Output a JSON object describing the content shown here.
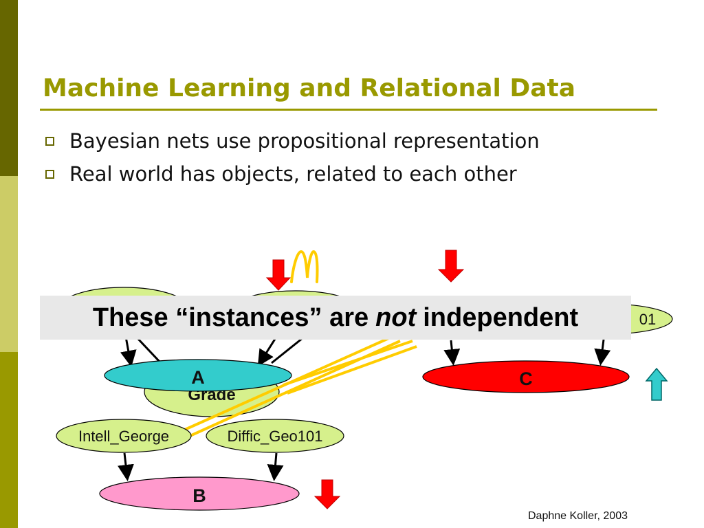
{
  "slide": {
    "title": "Machine Learning and Relational Data",
    "bullets": [
      "Bayesian nets use propositional representation",
      "Real world has objects, related to each other"
    ],
    "banner": {
      "before": "These “instances” are",
      "emphasis": "not",
      "after": "independent"
    },
    "credit": "Daphne Koller, 2003"
  },
  "diagram": {
    "nodes": [
      {
        "id": "intell-george",
        "label": "Intell_George"
      },
      {
        "id": "diffic-geo101",
        "label": "Diffic_Geo101"
      },
      {
        "id": "grade",
        "label": "Grade"
      },
      {
        "id": "right-node-fragment",
        "label": "01"
      },
      {
        "id": "a",
        "label": "A"
      },
      {
        "id": "b",
        "label": "B"
      },
      {
        "id": "c",
        "label": "C"
      }
    ]
  },
  "colors": {
    "title": "#999900",
    "node_green": "#d6f08c",
    "node_cyan": "#33cccc",
    "node_red": "#ff0000",
    "node_pink": "#ff99cc",
    "arrow_red": "#ff0000",
    "arrow_cyan": "#33cccc",
    "squiggle_yellow": "#ffcc00"
  }
}
